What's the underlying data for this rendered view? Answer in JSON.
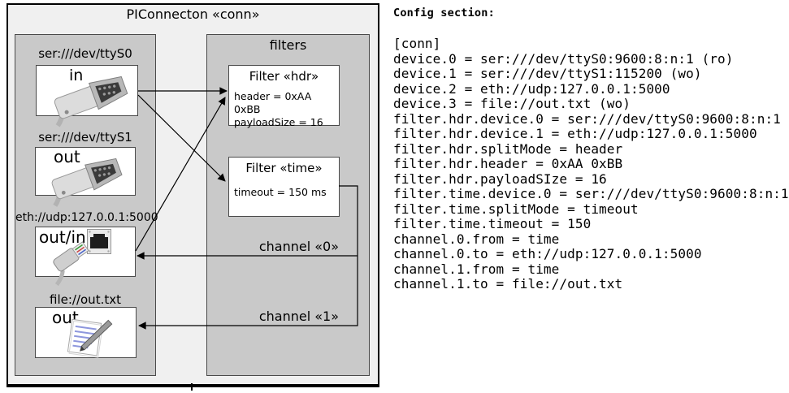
{
  "palette": {
    "diagram_background": "#f0f0f0",
    "panel_background": "#c9c9c9",
    "box_background": "#ffffff",
    "border_dark": "#4a4a4a",
    "outer_border": "#000000",
    "text": "#000000"
  },
  "diagram": {
    "title": "PIConnecton «conn»",
    "devices_panel": {
      "devices": [
        {
          "url": "ser:///dev/ttyS0",
          "port": "in",
          "icon": "serial-connector-icon"
        },
        {
          "url": "ser:///dev/ttyS1",
          "port": "out",
          "icon": "serial-connector-icon"
        },
        {
          "url": "eth://udp:127.0.0.1:5000",
          "port": "out/in",
          "icon": "ethernet-plug-icon"
        },
        {
          "url": "file://out.txt",
          "port": "out",
          "icon": "notepad-icon"
        }
      ]
    },
    "filters_panel": {
      "title": "filters",
      "filters": [
        {
          "title": "Filter «hdr»",
          "properties": [
            "header = 0xAA 0xBB",
            "payloadSize = 16"
          ]
        },
        {
          "title": "Filter «time»",
          "properties": [
            "timeout = 150 ms"
          ]
        }
      ]
    },
    "channels": [
      {
        "label": "channel «0»"
      },
      {
        "label": "channel «1»"
      }
    ]
  },
  "config": {
    "heading": "Config section:",
    "lines": [
      "[conn]",
      "device.0 = ser:///dev/ttyS0:9600:8:n:1 (ro)",
      "device.1 = ser:///dev/ttyS1:115200 (wo)",
      "device.2 = eth://udp:127.0.0.1:5000",
      "device.3 = file://out.txt (wo)",
      "filter.hdr.device.0 = ser:///dev/ttyS0:9600:8:n:1",
      "filter.hdr.device.1 = eth://udp:127.0.0.1:5000",
      "filter.hdr.splitMode = header",
      "filter.hdr.header = 0xAA 0xBB",
      "filter.hdr.payloadSIze = 16",
      "filter.time.device.0 = ser:///dev/ttyS0:9600:8:n:1",
      "filter.time.splitMode = timeout",
      "filter.time.timeout = 150",
      "channel.0.from = time",
      "channel.0.to = eth://udp:127.0.0.1:5000",
      "channel.1.from = time",
      "channel.1.to = file://out.txt"
    ]
  }
}
